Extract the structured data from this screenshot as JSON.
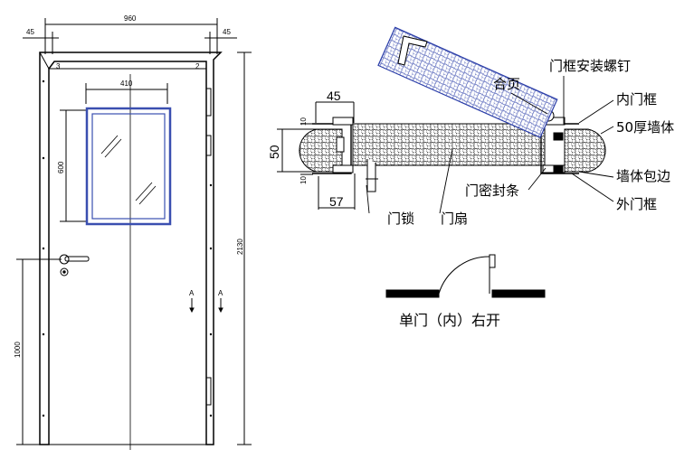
{
  "elevation": {
    "overall_width": "960",
    "frame_left": "45",
    "frame_right": "45",
    "gap_left": "3",
    "gap_right": "2",
    "window_width": "410",
    "window_height": "600",
    "overall_height": "2130",
    "handle_height": "1000",
    "section_marker_left": "A",
    "section_marker_right": "A"
  },
  "section": {
    "dim_45": "45",
    "dim_10_top": "10",
    "dim_50": "50",
    "dim_10_bottom": "10",
    "dim_57": "57",
    "labels": {
      "hinge": "合页",
      "frame_screw": "门框安装螺钉",
      "inner_frame": "内门框",
      "wall": "50厚墙体",
      "wall_edging": "墙体包边",
      "outer_frame": "外门框",
      "seal": "门密封条",
      "lock": "门锁",
      "leaf": "门扇"
    }
  },
  "plan": {
    "caption": "单门（内）右开"
  },
  "colors": {
    "line": "#000000",
    "glass": "#3a4fb0",
    "hatch": "#2a3da8"
  }
}
